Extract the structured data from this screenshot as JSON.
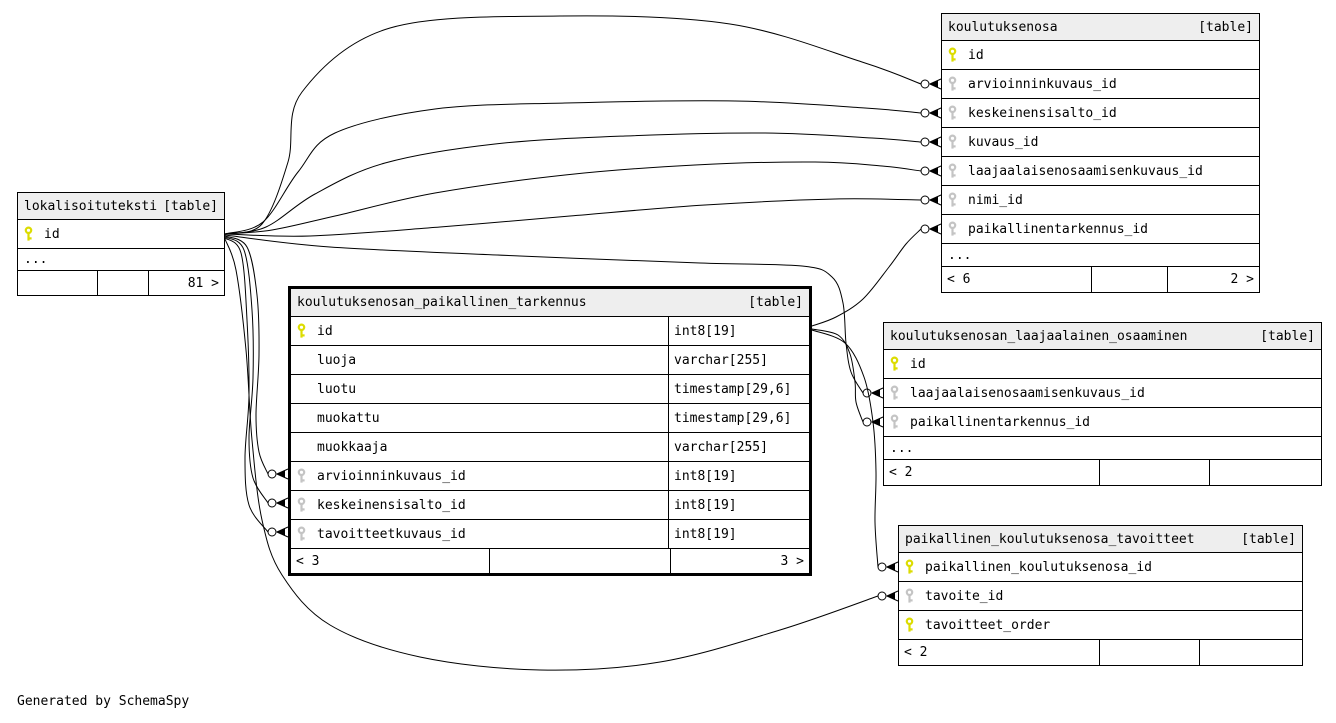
{
  "diagram": {
    "ellipsis_label": "...",
    "footer_note": "Generated by SchemaSpy",
    "colors": {
      "primary_key": "#dcdc00",
      "foreign_key": "#c4c4c4",
      "header_bg": "#eeeeee",
      "border": "#000000"
    },
    "tables": [
      {
        "id": "lokalisoituteksti",
        "name": "lokalisoituteksti",
        "tag": "[table]",
        "emphasized": false,
        "columns": [
          {
            "name": "id",
            "key": "pk"
          }
        ],
        "ellipsis": true,
        "footer": {
          "left": "",
          "mid": "",
          "right": "81 >"
        }
      },
      {
        "id": "koulutuksenosa",
        "name": "koulutuksenosa",
        "tag": "[table]",
        "emphasized": false,
        "columns": [
          {
            "name": "id",
            "key": "pk"
          },
          {
            "name": "arvioinninkuvaus_id",
            "key": "fk"
          },
          {
            "name": "keskeinensisalto_id",
            "key": "fk"
          },
          {
            "name": "kuvaus_id",
            "key": "fk"
          },
          {
            "name": "laajaalaisenosaamisenkuvaus_id",
            "key": "fk"
          },
          {
            "name": "nimi_id",
            "key": "fk"
          },
          {
            "name": "paikallinentarkennus_id",
            "key": "fk"
          }
        ],
        "ellipsis": true,
        "footer": {
          "left": "< 6",
          "mid": "",
          "right": "2 >"
        }
      },
      {
        "id": "koulutuksenosan_paikallinen_tarkennus",
        "name": "koulutuksenosan_paikallinen_tarkennus",
        "tag": "[table]",
        "emphasized": true,
        "columns": [
          {
            "name": "id",
            "key": "pk",
            "type": "int8[19]"
          },
          {
            "name": "luoja",
            "key": null,
            "type": "varchar[255]"
          },
          {
            "name": "luotu",
            "key": null,
            "type": "timestamp[29,6]"
          },
          {
            "name": "muokattu",
            "key": null,
            "type": "timestamp[29,6]"
          },
          {
            "name": "muokkaaja",
            "key": null,
            "type": "varchar[255]"
          },
          {
            "name": "arvioinninkuvaus_id",
            "key": "fk",
            "type": "int8[19]"
          },
          {
            "name": "keskeinensisalto_id",
            "key": "fk",
            "type": "int8[19]"
          },
          {
            "name": "tavoitteetkuvaus_id",
            "key": "fk",
            "type": "int8[19]"
          }
        ],
        "ellipsis": false,
        "footer": {
          "left": "< 3",
          "mid": "",
          "right": "3 >"
        }
      },
      {
        "id": "koulutuksenosan_laajaalainen_osaaminen",
        "name": "koulutuksenosan_laajaalainen_osaaminen",
        "tag": "[table]",
        "emphasized": false,
        "columns": [
          {
            "name": "id",
            "key": "pk"
          },
          {
            "name": "laajaalaisenosaamisenkuvaus_id",
            "key": "fk"
          },
          {
            "name": "paikallinentarkennus_id",
            "key": "fk"
          }
        ],
        "ellipsis": true,
        "footer": {
          "left": "< 2",
          "mid": "",
          "right": ""
        }
      },
      {
        "id": "paikallinen_koulutuksenosa_tavoitteet",
        "name": "paikallinen_koulutuksenosa_tavoitteet",
        "tag": "[table]",
        "emphasized": false,
        "columns": [
          {
            "name": "paikallinen_koulutuksenosa_id",
            "key": "pk"
          },
          {
            "name": "tavoite_id",
            "key": "fk"
          },
          {
            "name": "tavoitteet_order",
            "key": "pk"
          }
        ],
        "ellipsis": false,
        "footer": {
          "left": "< 2",
          "mid": "",
          "right": ""
        }
      }
    ],
    "relationships": [
      {
        "from": "lokalisoituteksti.id",
        "to": "koulutuksenosa.arvioinninkuvaus_id"
      },
      {
        "from": "lokalisoituteksti.id",
        "to": "koulutuksenosa.keskeinensisalto_id"
      },
      {
        "from": "lokalisoituteksti.id",
        "to": "koulutuksenosa.kuvaus_id"
      },
      {
        "from": "lokalisoituteksti.id",
        "to": "koulutuksenosa.laajaalaisenosaamisenkuvaus_id"
      },
      {
        "from": "lokalisoituteksti.id",
        "to": "koulutuksenosa.nimi_id"
      },
      {
        "from": "lokalisoituteksti.id",
        "to": "koulutuksenosan_laajaalainen_osaaminen.laajaalaisenosaamisenkuvaus_id"
      },
      {
        "from": "lokalisoituteksti.id",
        "to": "koulutuksenosan_paikallinen_tarkennus.arvioinninkuvaus_id"
      },
      {
        "from": "lokalisoituteksti.id",
        "to": "koulutuksenosan_paikallinen_tarkennus.keskeinensisalto_id"
      },
      {
        "from": "lokalisoituteksti.id",
        "to": "koulutuksenosan_paikallinen_tarkennus.tavoitteetkuvaus_id"
      },
      {
        "from": "lokalisoituteksti.id",
        "to": "paikallinen_koulutuksenosa_tavoitteet.tavoite_id"
      },
      {
        "from": "koulutuksenosan_paikallinen_tarkennus.id",
        "to": "koulutuksenosa.paikallinentarkennus_id"
      },
      {
        "from": "koulutuksenosan_paikallinen_tarkennus.id",
        "to": "koulutuksenosan_laajaalainen_osaaminen.paikallinentarkennus_id"
      },
      {
        "from": "koulutuksenosan_paikallinen_tarkennus.id",
        "to": "paikallinen_koulutuksenosa_tavoitteet.paikallinen_koulutuksenosa_id"
      }
    ]
  }
}
